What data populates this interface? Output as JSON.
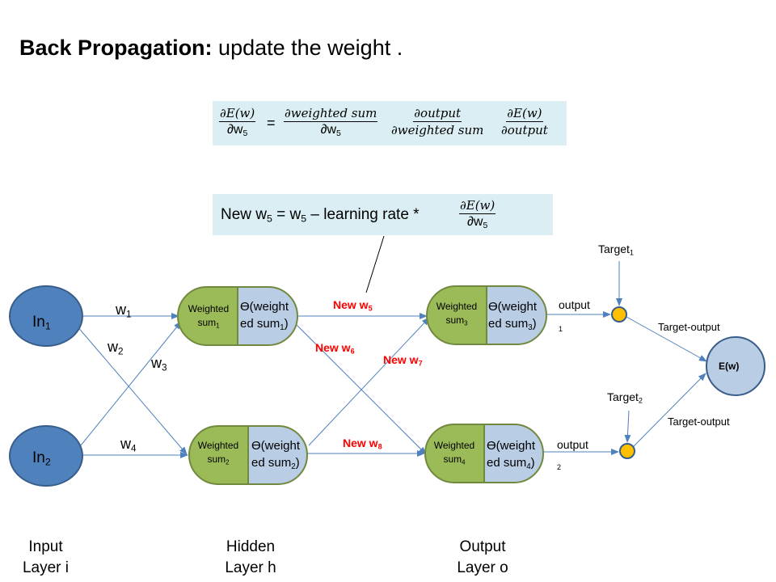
{
  "title": {
    "bold": "Back Propagation:",
    "rest": " update the weight ."
  },
  "formula": {
    "lhs_num": "∂E(w)",
    "lhs_den_base": "∂w",
    "lhs_den_sub": "5",
    "equals": "=",
    "t1_num": "∂weighted sum",
    "t1_den_base": "∂w",
    "t1_den_sub": "5",
    "t2_num": "∂output",
    "t2_den": "∂weighted sum",
    "t3_num": "∂E(w)",
    "t3_den": "∂output"
  },
  "update_rule": {
    "prefix": "New w",
    "prefix_sub": "5",
    "middle": "  = w",
    "middle_sub": "5",
    "suffix": " – learning rate * ",
    "frac_num": "∂E(w)",
    "frac_den_base": "∂w",
    "frac_den_sub": "5"
  },
  "inputs": [
    {
      "base": "In",
      "sub": "1"
    },
    {
      "base": "In",
      "sub": "2"
    }
  ],
  "hidden": [
    {
      "ws_base": "Weighted sum",
      "ws_sub": "1",
      "act_line1": "Ɵ(weight",
      "act_line2": "ed sum",
      "act_sub": "1",
      "act_close": ")"
    },
    {
      "ws_base": "Weighted sum",
      "ws_sub": "2",
      "act_line1": "Ɵ(weight",
      "act_line2": "ed sum",
      "act_sub": "2",
      "act_close": ")"
    }
  ],
  "output_nodes": [
    {
      "ws_base": "Weighted sum",
      "ws_sub": "3",
      "act_line1": "Ɵ(weight",
      "act_line2": "ed sum",
      "act_sub": "3",
      "act_close": ")"
    },
    {
      "ws_base": "Weighted sum",
      "ws_sub": "4",
      "act_line1": "Ɵ(weight",
      "act_line2": "ed sum",
      "act_sub": "4",
      "act_close": ")"
    }
  ],
  "weights": [
    {
      "base": "w",
      "sub": "1"
    },
    {
      "base": "w",
      "sub": "2"
    },
    {
      "base": "w",
      "sub": "3"
    },
    {
      "base": "w",
      "sub": "4"
    }
  ],
  "new_weights": [
    {
      "base": "New w",
      "sub": "5"
    },
    {
      "base": "New w",
      "sub": "6"
    },
    {
      "base": "New w",
      "sub": "7"
    },
    {
      "base": "New w",
      "sub": "8"
    }
  ],
  "outputs": [
    {
      "label": "output",
      "sub": "1"
    },
    {
      "label": "output",
      "sub": "2"
    }
  ],
  "targets": [
    {
      "base": "Target",
      "sub": "1"
    },
    {
      "base": "Target",
      "sub": "2"
    }
  ],
  "target_output_labels": [
    "Target-output",
    "Target-output"
  ],
  "error_node": "E(w)",
  "layers": [
    {
      "line1": "Input",
      "line2": "Layer i"
    },
    {
      "line1": "Hidden",
      "line2": "Layer h"
    },
    {
      "line1": "Output",
      "line2": "Layer o"
    }
  ],
  "colors": {
    "input_fill": "#4f81bd",
    "input_stroke": "#385d8a",
    "pill_green": "#9bbb59",
    "pill_green_stroke": "#71893f",
    "pill_blue": "#b9cde5",
    "arrow": "#4f81bd",
    "junction": "#ffc000",
    "error_fill": "#b9cde5",
    "box_bg": "#daeef3",
    "new_weight_text": "#ff0000"
  }
}
